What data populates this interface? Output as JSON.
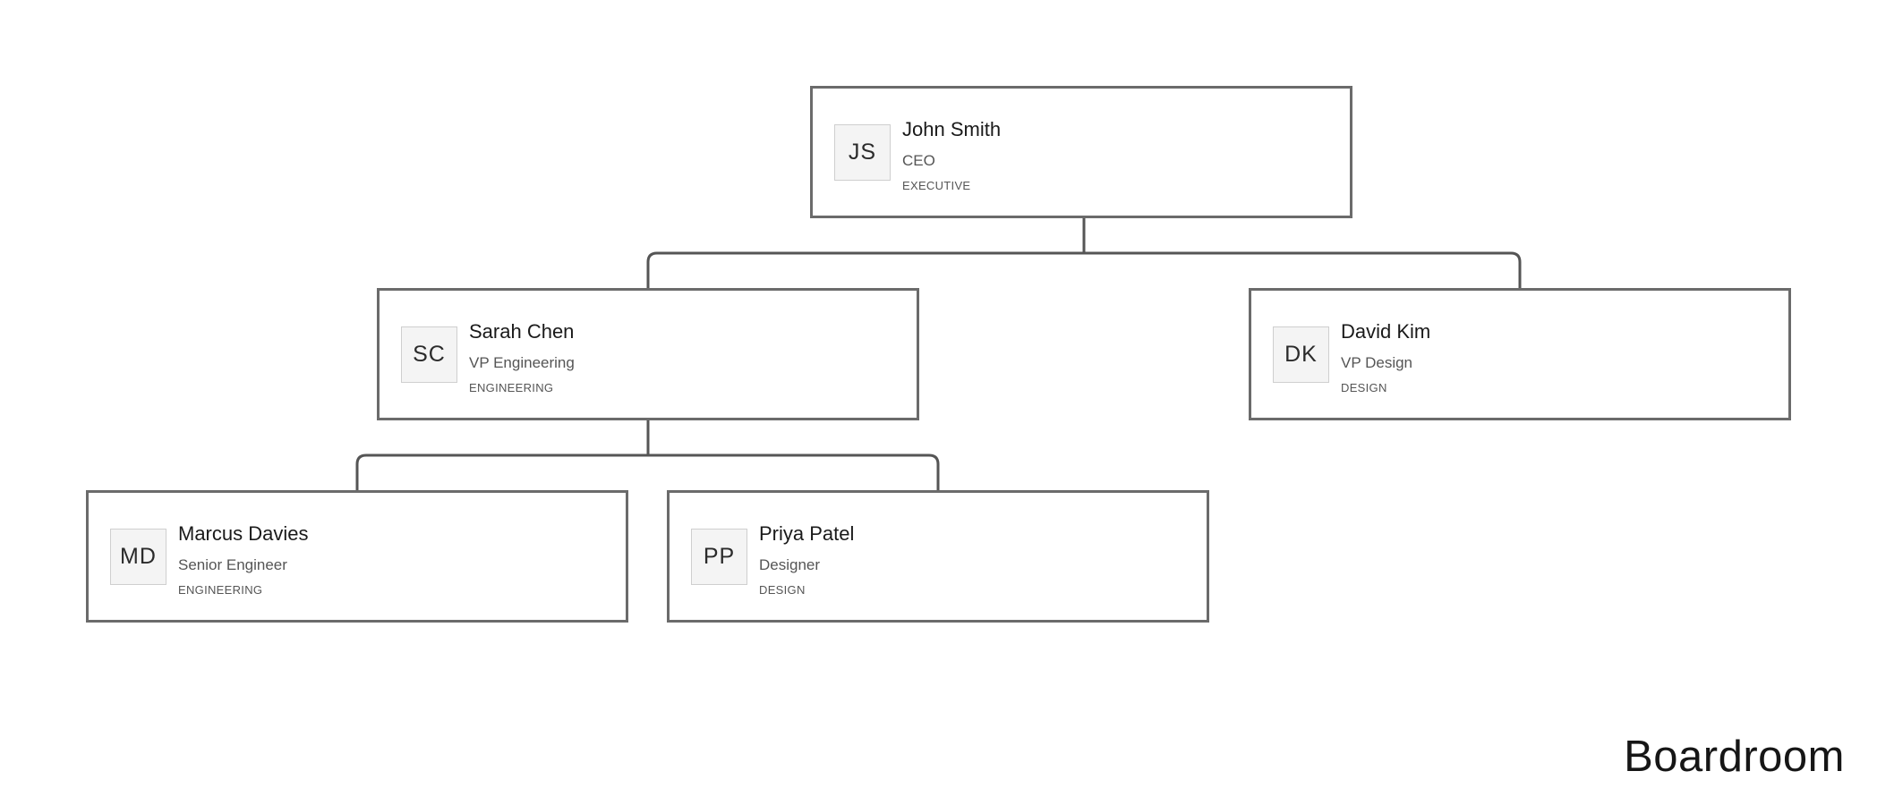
{
  "brand": {
    "label": "Boardroom"
  },
  "nodes": [
    {
      "initials": "JS",
      "name": "John Smith",
      "role": "CEO",
      "department": "EXECUTIVE"
    },
    {
      "initials": "SC",
      "name": "Sarah Chen",
      "role": "VP Engineering",
      "department": "ENGINEERING"
    },
    {
      "initials": "DK",
      "name": "David Kim",
      "role": "VP Design",
      "department": "DESIGN"
    },
    {
      "initials": "MD",
      "name": "Marcus Davies",
      "role": "Senior Engineer",
      "department": "ENGINEERING"
    },
    {
      "initials": "PP",
      "name": "Priya Patel",
      "role": "Designer",
      "department": "DESIGN"
    }
  ],
  "colors": {
    "node_border": "#6b6b6b",
    "connector": "#555555",
    "avatar_bg": "#f4f4f4",
    "text": "#1a1a1a"
  }
}
